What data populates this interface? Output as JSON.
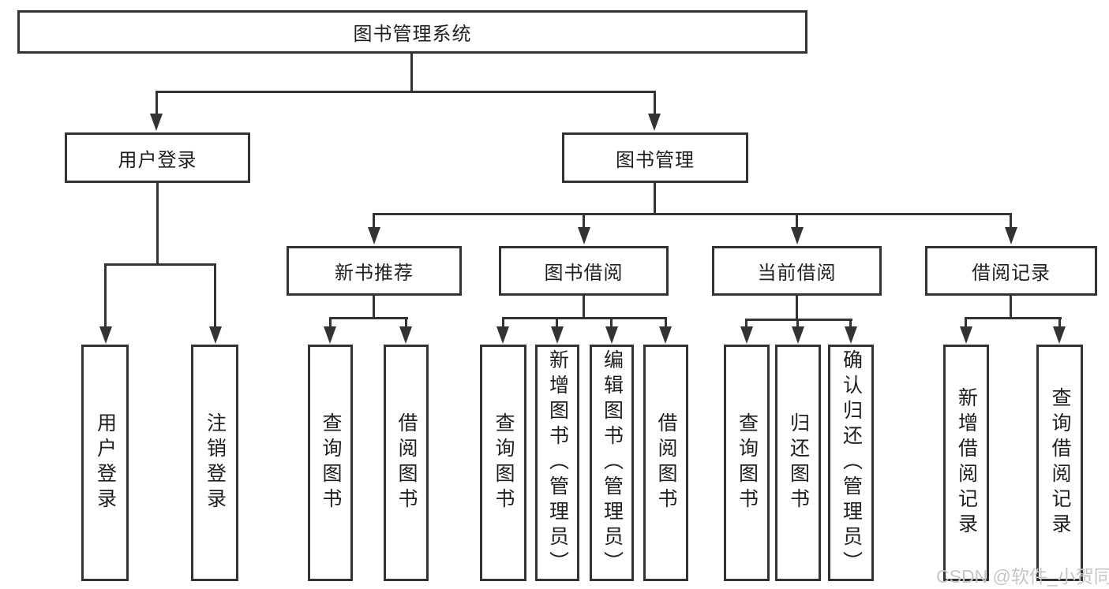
{
  "tree": {
    "label": "图书管理系统",
    "children": [
      {
        "label": "用户登录",
        "children": [
          {
            "label": "用户登录"
          },
          {
            "label": "注销登录"
          }
        ]
      },
      {
        "label": "图书管理",
        "children": [
          {
            "label": "新书推荐",
            "children": [
              {
                "label": "查询图书"
              },
              {
                "label": "借阅图书"
              }
            ]
          },
          {
            "label": "图书借阅",
            "children": [
              {
                "label": "查询图书"
              },
              {
                "label": "新增图书（管理员）"
              },
              {
                "label": "编辑图书（管理员）"
              },
              {
                "label": "借阅图书"
              }
            ]
          },
          {
            "label": "当前借阅",
            "children": [
              {
                "label": "查询图书"
              },
              {
                "label": "归还图书"
              },
              {
                "label": "确认归还（管理员）"
              }
            ]
          },
          {
            "label": "借阅记录",
            "children": [
              {
                "label": "新增借阅记录"
              },
              {
                "label": "查询借阅记录"
              }
            ]
          }
        ]
      }
    ]
  },
  "watermark": {
    "text": "CSDN @软件_小贺同学"
  },
  "colors": {
    "line": "#333333",
    "text": "#1f1f1f",
    "background": "#ffffff",
    "watermark": "#c9c5c5"
  }
}
